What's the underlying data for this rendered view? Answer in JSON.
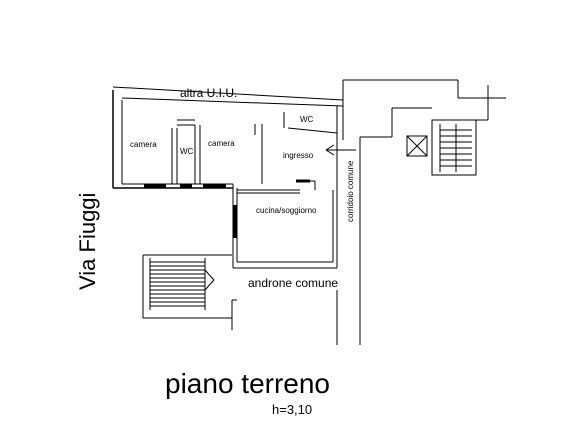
{
  "plan": {
    "title": "piano terreno",
    "height_note": "h=3,10",
    "street": "Via Fiuggi",
    "neighbor": "altra U.I.U.",
    "rooms": {
      "camera_left": "camera",
      "wc_center": "WC",
      "camera_right": "camera",
      "wc_right": "WC",
      "ingresso": "ingresso",
      "cucina": "cucina/soggiorno"
    },
    "corridor": "corridoio comune",
    "hall": "androne comune"
  }
}
